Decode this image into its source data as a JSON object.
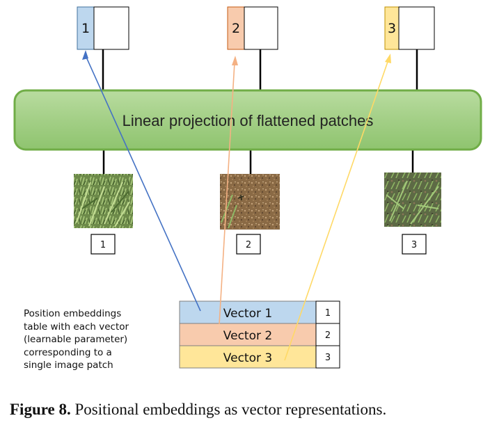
{
  "projection": {
    "label": "Linear projection of flattened patches"
  },
  "tokens": [
    {
      "label": "1",
      "color": "#bdd7ee"
    },
    {
      "label": "2",
      "color": "#f8cbad"
    },
    {
      "label": "3",
      "color": "#ffe699"
    }
  ],
  "patches": [
    {
      "label": "1"
    },
    {
      "label": "2"
    },
    {
      "label": "3"
    }
  ],
  "table": {
    "rows": [
      {
        "label": "Vector 1",
        "index": "1",
        "color": "#bdd7ee"
      },
      {
        "label": "Vector 2",
        "index": "2",
        "color": "#f8cbad"
      },
      {
        "label": "Vector 3",
        "index": "3",
        "color": "#ffe699"
      }
    ]
  },
  "description": {
    "lines": [
      "Position embeddings",
      "table with each vector",
      "(learnable parameter)",
      "corresponding to a",
      "single image patch"
    ]
  },
  "caption": {
    "label": "Figure 8.",
    "text": " Positional embeddings as vector representations."
  },
  "colors": {
    "arrow1": "#4472c4",
    "arrow2": "#f4b183",
    "arrow3": "#ffd966",
    "projection_fill": "#a9d18e",
    "projection_stroke": "#70ad47"
  }
}
